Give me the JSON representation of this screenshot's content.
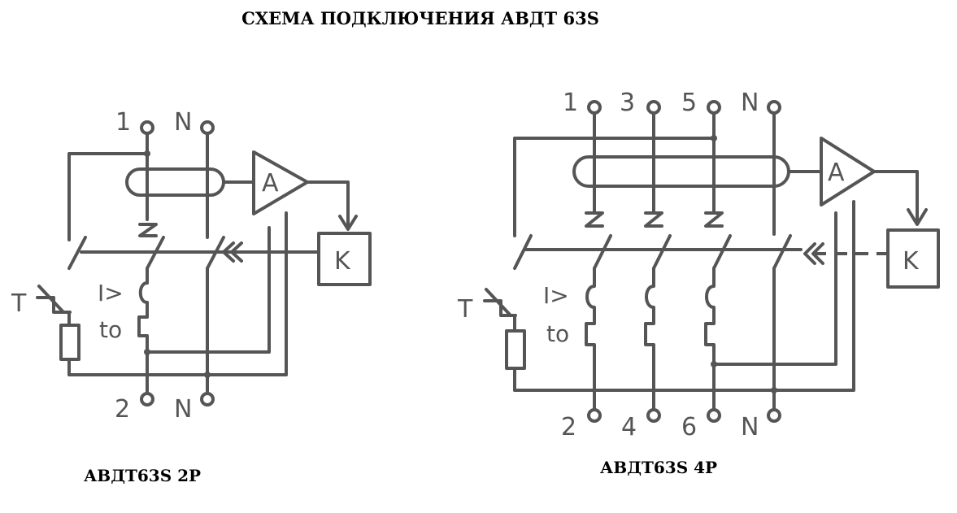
{
  "title": "СХЕМА ПОДКЛЮЧЕНИЯ АВДТ 63S",
  "diagram_2p": {
    "caption": "АВДТ63S 2P",
    "top_terminals": [
      "1",
      "N"
    ],
    "bottom_terminals": [
      "2",
      "N"
    ],
    "amplifier_label": "A",
    "relay_label": "K",
    "test_button_label": "T",
    "overcurrent_label": "I>",
    "thermal_label": "to"
  },
  "diagram_4p": {
    "caption": "АВДТ63S 4P",
    "top_terminals": [
      "1",
      "3",
      "5",
      "N"
    ],
    "bottom_terminals": [
      "2",
      "4",
      "6",
      "N"
    ],
    "amplifier_label": "A",
    "relay_label": "K",
    "test_button_label": "T",
    "overcurrent_label": "I>",
    "thermal_label": "to"
  }
}
